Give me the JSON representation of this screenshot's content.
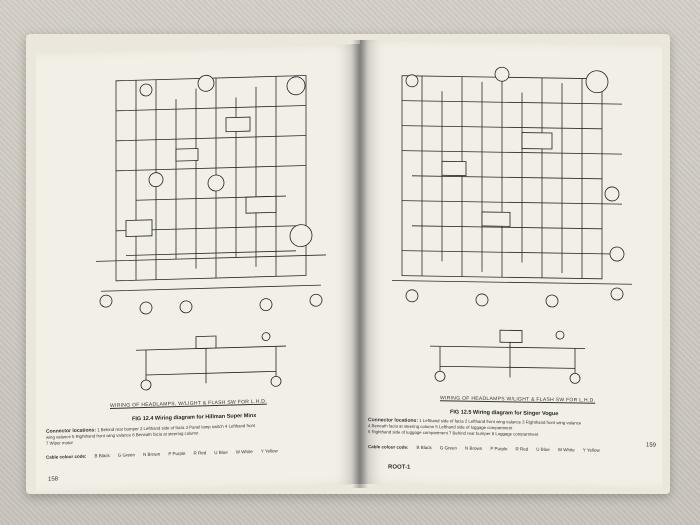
{
  "left_page": {
    "sub_caption": "WIRING OF HEADLAMPS, W/LIGHT & FLASH SW FOR L.H.D.",
    "fig_caption": "FIG 12.4 Wiring diagram for Hillman Super Minx",
    "connector_heading": "Connector locations:",
    "connector_lines": [
      "1 Behind rear bumper   2 Lefthand side of facia   3 Panel lamp switch   4 Lefthand front",
      "wing valance   5 Righthand front wing valance   6 Beneath facia at steering column",
      "7 Wiper motor"
    ],
    "colour_label": "Cable colour code:",
    "colours": [
      "B Black",
      "G Green",
      "N Brown",
      "P Purple",
      "R Red",
      "U Blue",
      "W White",
      "Y Yellow"
    ],
    "page_number": "158"
  },
  "right_page": {
    "sub_caption": "WIRING OF HEADLAMPS W/LIGHT & FLASH SW FOR L.H.D.",
    "fig_caption": "FIG 12.5 Wiring diagram for Singer Vogue",
    "connector_heading": "Connector locations:",
    "connector_lines": [
      "1 Lefthand side of facia   2 Lefthand front wing valance   3 Righthand front wing valance",
      "4 Beneath facia at steering column   5 Lefthand side of luggage compartment",
      "6 Righthand side of luggage compartment   7 Behind rear bumper   8 Luggage compartment"
    ],
    "colour_label": "Cable colour code:",
    "colours": [
      "B Black",
      "G Green",
      "N Brown",
      "P Purple",
      "R Red",
      "U Blue",
      "W White",
      "Y Yellow"
    ],
    "page_number": "159",
    "footer_tag": "ROOT-1"
  }
}
